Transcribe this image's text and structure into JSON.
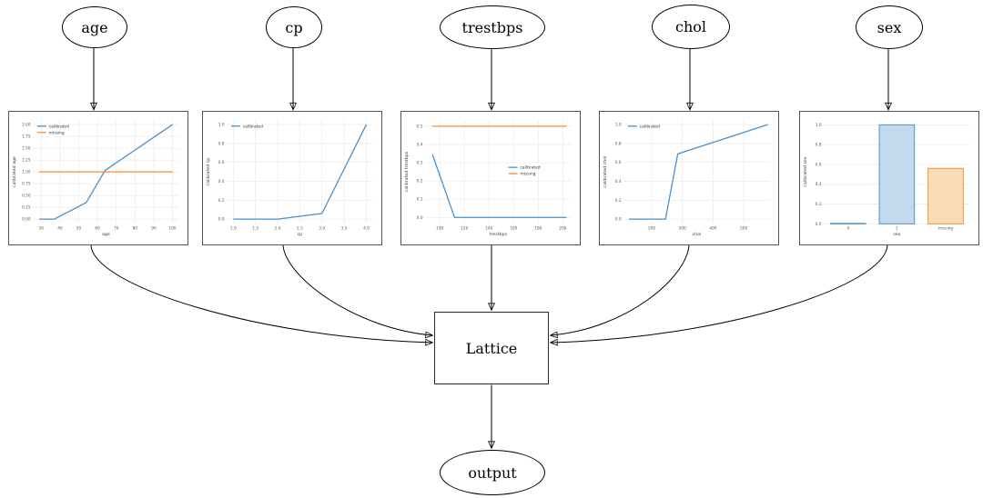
{
  "diagram": {
    "inputs": [
      {
        "label": "age"
      },
      {
        "label": "cp"
      },
      {
        "label": "trestbps"
      },
      {
        "label": "chol"
      },
      {
        "label": "sex"
      }
    ],
    "lattice_label": "Lattice",
    "output_label": "output"
  },
  "colors": {
    "blue": "#4a8fc9",
    "orange": "#fd8b2e",
    "blue_fill": "#c2d9ee",
    "orange_fill": "#fcdcb8",
    "grid": "#e9e9e9",
    "tick_text": "#555555",
    "axis_text": "#3c3c3c",
    "legend_text": "#333333",
    "edge": "#000000"
  },
  "chart_data": [
    {
      "name": "age",
      "type": "line",
      "xlabel": "age",
      "ylabel": "calibrated age",
      "xlim": [
        25.5,
        103.5
      ],
      "ylim": [
        -0.1,
        2.1
      ],
      "xticks": [
        [
          30,
          "30"
        ],
        [
          40,
          "40"
        ],
        [
          50,
          "50"
        ],
        [
          60,
          "60"
        ],
        [
          70,
          "70"
        ],
        [
          80,
          "80"
        ],
        [
          90,
          "90"
        ],
        [
          100,
          "100"
        ]
      ],
      "yticks": [
        [
          0,
          "0.00"
        ],
        [
          0.25,
          "0.25"
        ],
        [
          0.5,
          "0.50"
        ],
        [
          0.75,
          "0.75"
        ],
        [
          1,
          "1.00"
        ],
        [
          1.25,
          "1.25"
        ],
        [
          1.5,
          "1.50"
        ],
        [
          1.75,
          "1.75"
        ],
        [
          2,
          "2.00"
        ]
      ],
      "series": [
        {
          "name": "calibrated",
          "color": "blue",
          "points": [
            [
              29,
              0
            ],
            [
              37,
              0
            ],
            [
              54,
              0.35
            ],
            [
              64,
              1.03
            ],
            [
              100,
              2.0
            ]
          ]
        },
        {
          "name": "missing",
          "color": "orange",
          "points": [
            [
              29,
              1
            ],
            [
              100,
              1
            ]
          ]
        }
      ],
      "legend": {
        "position": "upper-left",
        "items": [
          {
            "color": "blue",
            "label": "calibrated"
          },
          {
            "color": "orange",
            "label": "missing"
          }
        ]
      }
    },
    {
      "name": "cp",
      "type": "line",
      "xlabel": "cp",
      "ylabel": "calibrated cp",
      "xlim": [
        0.85,
        4.15
      ],
      "ylim": [
        -0.05,
        1.05
      ],
      "xticks": [
        [
          1,
          "1.0"
        ],
        [
          1.5,
          "1.5"
        ],
        [
          2,
          "2.0"
        ],
        [
          2.5,
          "2.5"
        ],
        [
          3,
          "3.0"
        ],
        [
          3.5,
          "3.5"
        ],
        [
          4,
          "4.0"
        ]
      ],
      "yticks": [
        [
          0,
          "0.0"
        ],
        [
          0.2,
          "0.2"
        ],
        [
          0.4,
          "0.4"
        ],
        [
          0.6,
          "0.6"
        ],
        [
          0.8,
          "0.8"
        ],
        [
          1,
          "1.0"
        ]
      ],
      "series": [
        {
          "name": "calibrated",
          "color": "blue",
          "points": [
            [
              1,
              0
            ],
            [
              2,
              0
            ],
            [
              3,
              0.06
            ],
            [
              4,
              1.0
            ]
          ]
        }
      ],
      "legend": {
        "position": "upper-left",
        "items": [
          {
            "color": "blue",
            "label": "calibrated"
          }
        ]
      }
    },
    {
      "name": "trestbps",
      "type": "line",
      "xlabel": "trestbps",
      "ylabel": "calibrated trestbps",
      "xlim": [
        88,
        207
      ],
      "ylim": [
        -0.035,
        0.535
      ],
      "xticks": [
        [
          100,
          "100"
        ],
        [
          120,
          "120"
        ],
        [
          140,
          "140"
        ],
        [
          160,
          "160"
        ],
        [
          180,
          "180"
        ],
        [
          200,
          "200"
        ]
      ],
      "yticks": [
        [
          0,
          "0.0"
        ],
        [
          0.1,
          "0.1"
        ],
        [
          0.2,
          "0.2"
        ],
        [
          0.3,
          "0.3"
        ],
        [
          0.4,
          "0.4"
        ],
        [
          0.5,
          "0.5"
        ]
      ],
      "series": [
        {
          "name": "calibrated",
          "color": "blue",
          "points": [
            [
              94,
              0.345
            ],
            [
              112,
              0
            ],
            [
              203,
              0
            ]
          ]
        },
        {
          "name": "missing",
          "color": "orange",
          "points": [
            [
              94,
              0.5
            ],
            [
              203,
              0.5
            ]
          ]
        }
      ],
      "legend": {
        "position": "center-right",
        "items": [
          {
            "color": "blue",
            "label": "calibrated"
          },
          {
            "color": "orange",
            "label": "missing"
          }
        ]
      }
    },
    {
      "name": "chol",
      "type": "line",
      "xlabel": "chol",
      "ylabel": "calibrated chol",
      "xlim": [
        108,
        585
      ],
      "ylim": [
        -0.05,
        1.05
      ],
      "xticks": [
        [
          200,
          "200"
        ],
        [
          300,
          "300"
        ],
        [
          400,
          "400"
        ],
        [
          500,
          "500"
        ]
      ],
      "yticks": [
        [
          0,
          "0.0"
        ],
        [
          0.2,
          "0.2"
        ],
        [
          0.4,
          "0.4"
        ],
        [
          0.6,
          "0.6"
        ],
        [
          0.8,
          "0.8"
        ],
        [
          1,
          "1.0"
        ]
      ],
      "series": [
        {
          "name": "calibrated",
          "color": "blue",
          "points": [
            [
              126,
              0
            ],
            [
              245,
              0
            ],
            [
              285,
              0.69
            ],
            [
              578,
              1.0
            ]
          ]
        }
      ],
      "legend": {
        "position": "upper-left",
        "items": [
          {
            "color": "blue",
            "label": "calibrated"
          }
        ]
      }
    },
    {
      "name": "sex",
      "type": "bar",
      "xlabel": "sex",
      "ylabel": "calibrated sex",
      "ylim": [
        0,
        1.05
      ],
      "yticks": [
        [
          0,
          "0.0"
        ],
        [
          0.2,
          "0.2"
        ],
        [
          0.4,
          "0.4"
        ],
        [
          0.6,
          "0.6"
        ],
        [
          0.8,
          "0.8"
        ],
        [
          1,
          "1.0"
        ]
      ],
      "categories": [
        {
          "label": "0",
          "value": 0.005,
          "color": "blue"
        },
        {
          "label": "1",
          "value": 1.0,
          "color": "blue"
        },
        {
          "label": "missing",
          "value": 0.56,
          "color": "orange"
        }
      ]
    }
  ]
}
